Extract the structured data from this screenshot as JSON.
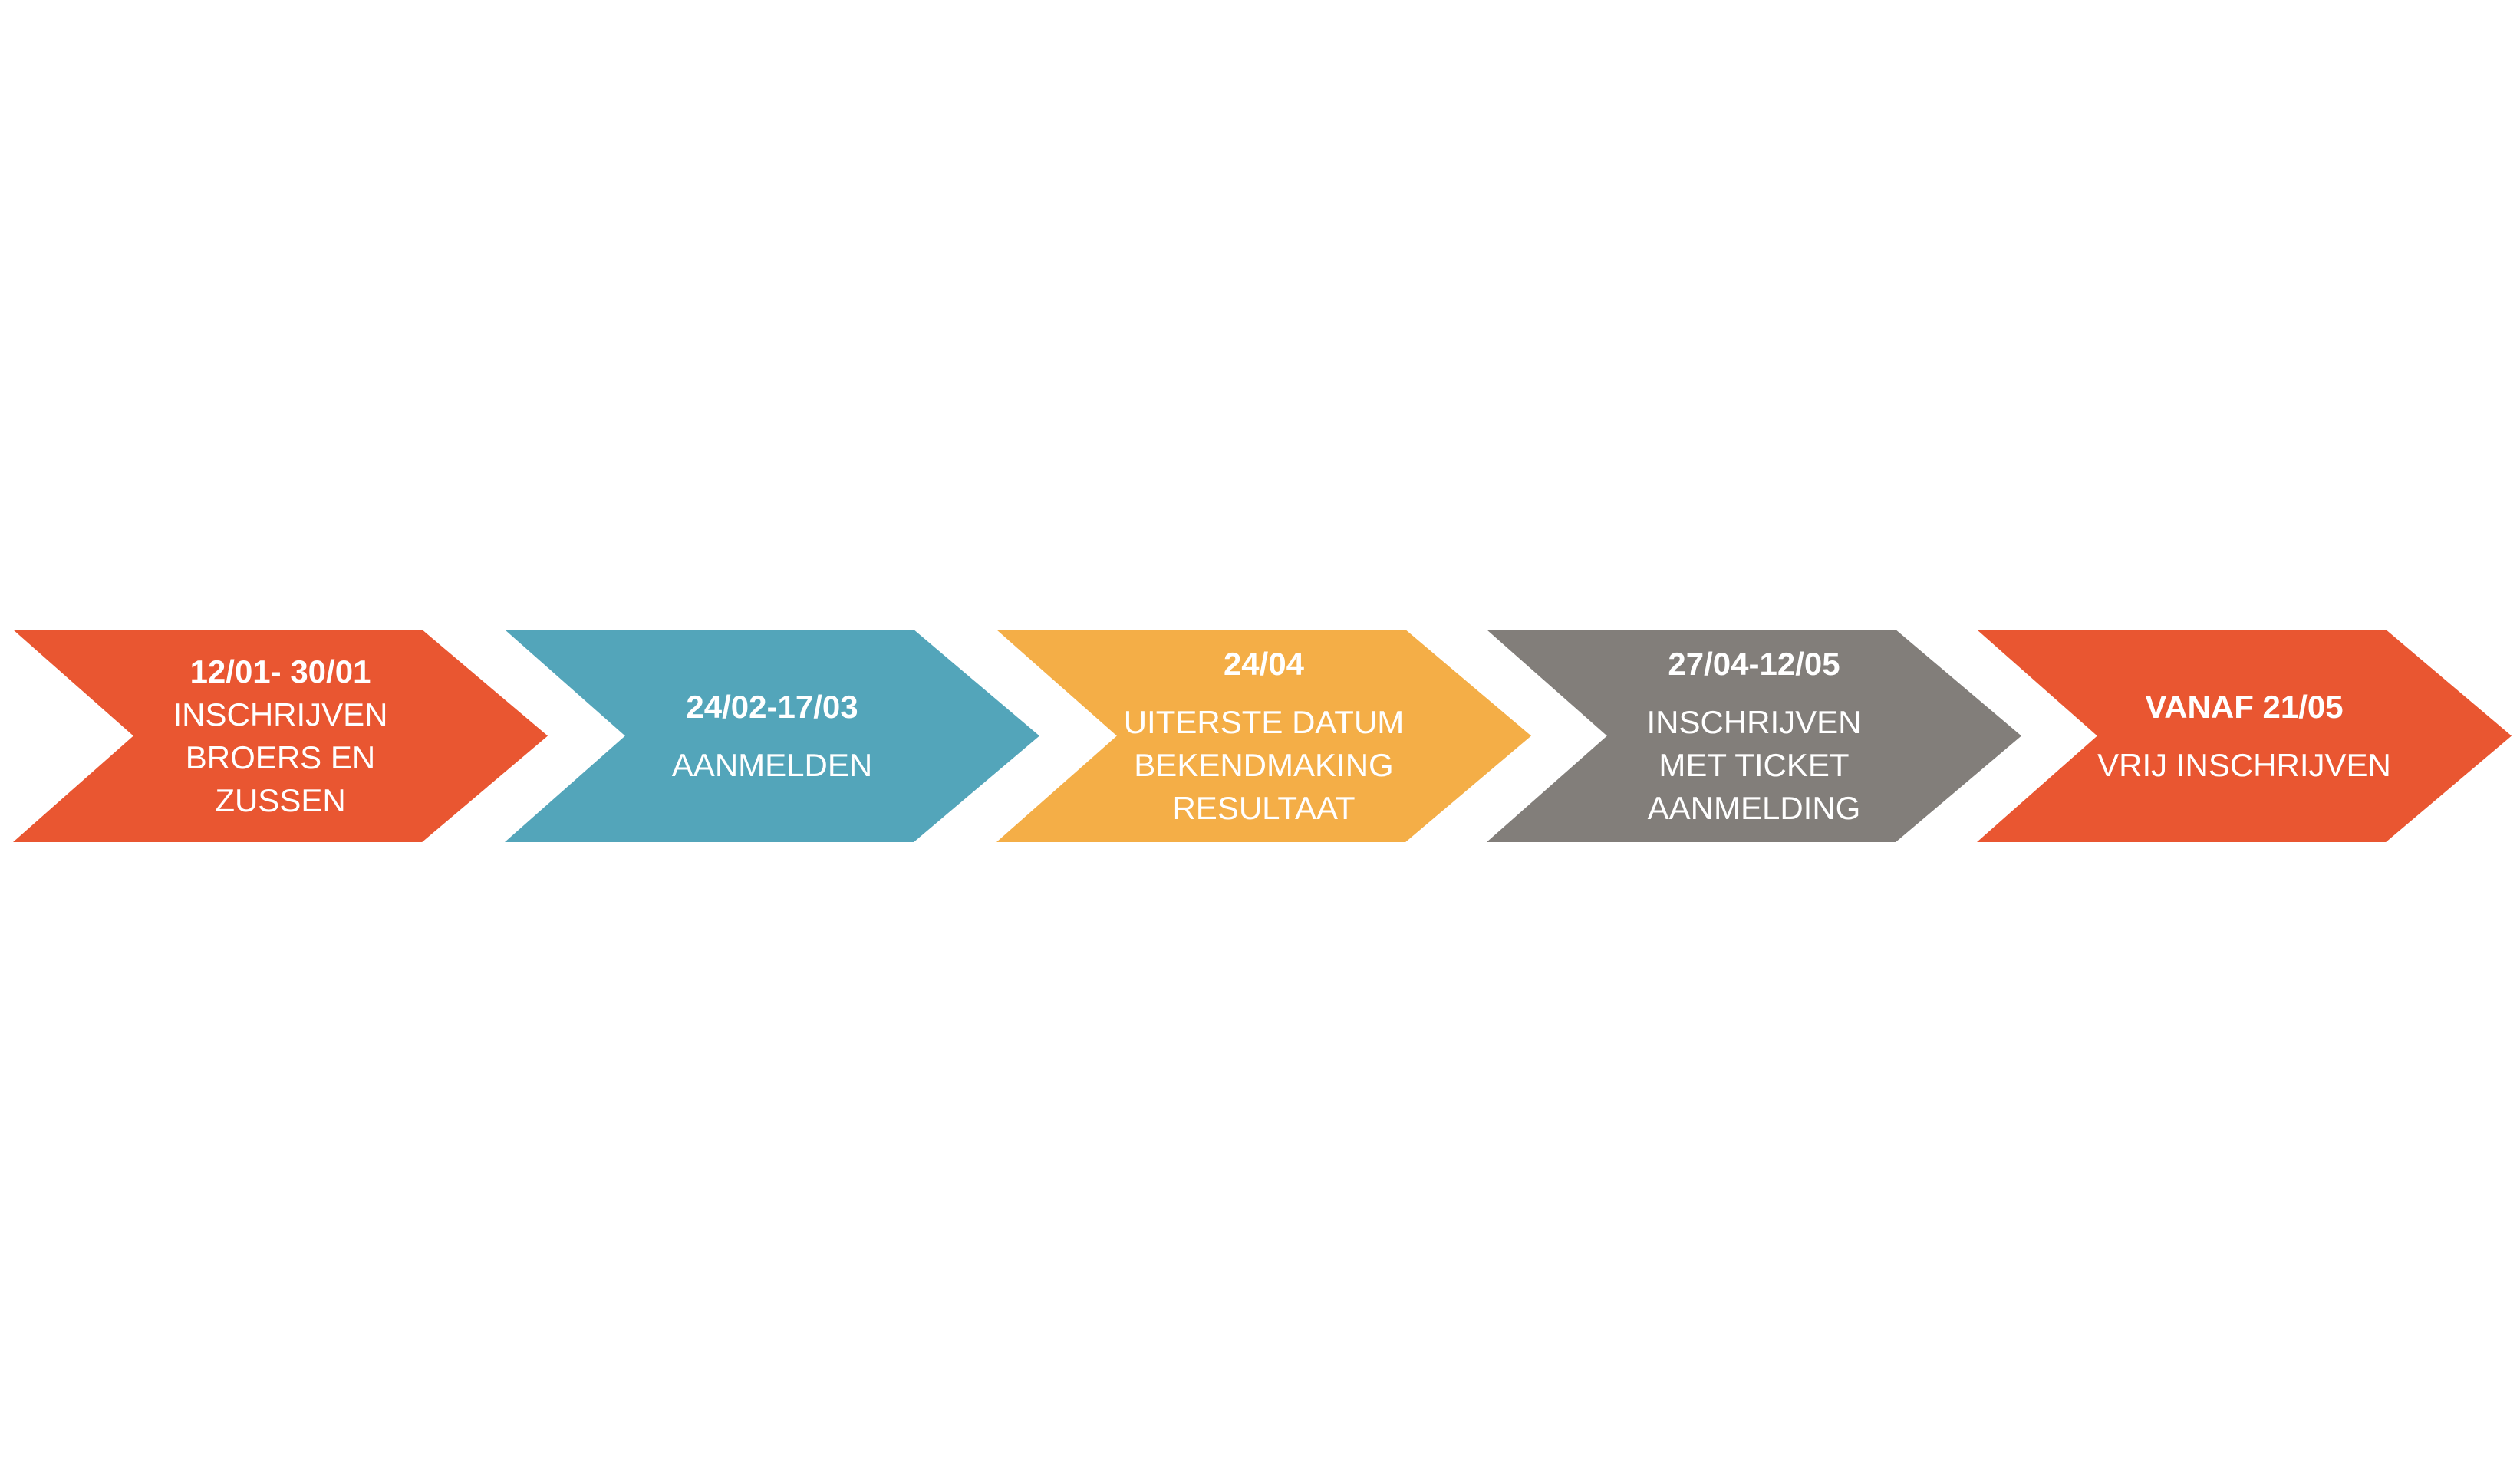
{
  "steps": [
    {
      "date": "12/01- 30/01",
      "label": "INSCHRIJVEN\nBROERS EN\nZUSSEN",
      "color": "#E95631"
    },
    {
      "date": "24/02-17/03",
      "label": "AANMELDEN",
      "color": "#53A5BA"
    },
    {
      "date": "24/04",
      "label": "UITERSTE DATUM\nBEKENDMAKING\nRESULTAAT",
      "color": "#F4AE47"
    },
    {
      "date": "27/04-12/05",
      "label": "INSCHRIJVEN\nMET TICKET\nAANMELDING",
      "color": "#827E7A"
    },
    {
      "date": "VANAF 21/05",
      "label": "VRIJ INSCHRIJVEN",
      "color": "#E95631"
    }
  ]
}
